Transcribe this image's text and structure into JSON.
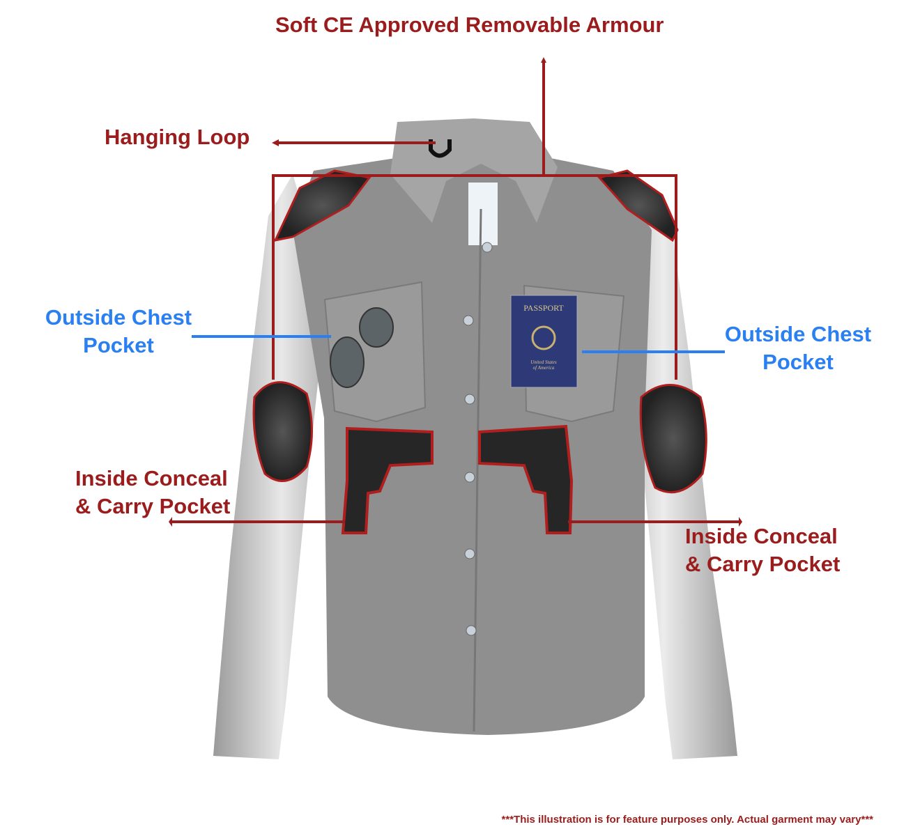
{
  "labels": {
    "armour": "Soft CE Approved Removable Armour",
    "hanging_loop": "Hanging Loop",
    "chest_left": [
      "Outside Chest",
      "Pocket"
    ],
    "chest_right": [
      "Outside Chest",
      "Pocket"
    ],
    "conceal_left": [
      "Inside Conceal",
      "& Carry Pocket"
    ],
    "conceal_right": [
      "Inside Conceal",
      "& Carry Pocket"
    ]
  },
  "passport": {
    "title": "PASSPORT",
    "subtitle": [
      "United States",
      "of America"
    ]
  },
  "disclaimer": "***This illustration is for feature purposes only.  Actual garment may vary***",
  "colors": {
    "callout_red": "#9b1c1c",
    "callout_blue": "#2a80f0",
    "shirt": "#8e8e8e",
    "passport": "#2e3a78"
  }
}
